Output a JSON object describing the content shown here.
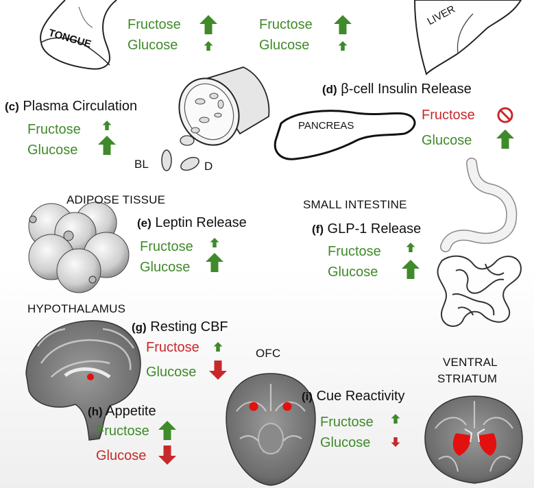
{
  "colors": {
    "increase": "#3f8a2a",
    "decrease": "#c8282a",
    "neutral_text": "#111111"
  },
  "organs": {
    "tongue": "TONGUE",
    "liver": "LIVER",
    "pancreas": "PANCREAS",
    "blood_labels": [
      "BL",
      "D"
    ],
    "adipose": "ADIPOSE TISSUE",
    "small_intestine": "SMALL INTESTINE",
    "hypothalamus": "HYPOTHALAMUS",
    "ofc": "OFC",
    "ventral_striatum": [
      "VENTRAL",
      "STRIATUM"
    ]
  },
  "panels": {
    "a": {
      "fructose": "Fructose",
      "glucose": "Glucose",
      "fructose_effect": "increase-large",
      "glucose_effect": "increase-small"
    },
    "b": {
      "fructose": "Fructose",
      "glucose": "Glucose",
      "fructose_effect": "increase-large",
      "glucose_effect": "increase-small"
    },
    "c": {
      "letter": "(c)",
      "title": "Plasma Circulation",
      "fructose": "Fructose",
      "glucose": "Glucose",
      "fructose_effect": "increase-small",
      "glucose_effect": "increase-large"
    },
    "d": {
      "letter": "(d)",
      "title": "β-cell Insulin Release",
      "fructose": "Fructose",
      "glucose": "Glucose",
      "fructose_effect": "none",
      "glucose_effect": "increase-large"
    },
    "e": {
      "letter": "(e)",
      "title": "Leptin Release",
      "fructose": "Fructose",
      "glucose": "Glucose",
      "fructose_effect": "increase-small",
      "glucose_effect": "increase-large"
    },
    "f": {
      "letter": "(f)",
      "title": "GLP-1 Release",
      "fructose": "Fructose",
      "glucose": "Glucose",
      "fructose_effect": "increase-small",
      "glucose_effect": "increase-large"
    },
    "g": {
      "letter": "(g)",
      "title": "Resting CBF",
      "fructose": "Fructose",
      "glucose": "Glucose",
      "fructose_effect": "increase-small",
      "glucose_effect": "decrease-large"
    },
    "h": {
      "letter": "(h)",
      "title": "Appetite",
      "fructose": "Fructose",
      "glucose": "Glucose",
      "fructose_effect": "increase-large",
      "glucose_effect": "decrease-large"
    },
    "i": {
      "letter": "(i)",
      "title": "Cue Reactivity",
      "fructose": "Fructose",
      "glucose": "Glucose",
      "fructose_effect": "increase-small",
      "glucose_effect": "decrease-small"
    }
  }
}
